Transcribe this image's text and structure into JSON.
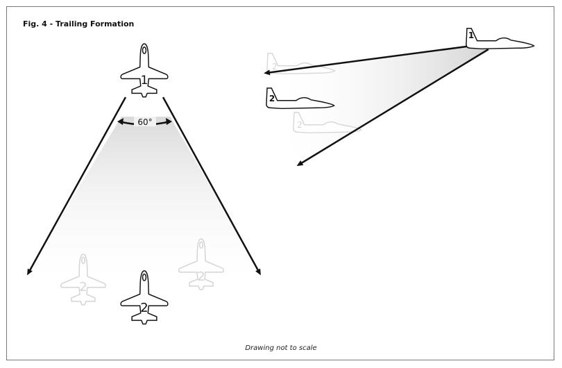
{
  "figure": {
    "title": "Fig. 4 - Trailing Formation",
    "footnote": "Drawing not to scale"
  },
  "top_view": {
    "angle_label": "60°",
    "lead_label": "1",
    "wing_label": "2",
    "ghost_left_label": "2",
    "ghost_right_label": "2"
  },
  "side_view": {
    "lead_label": "1",
    "wing_label": "2",
    "ghost_upper_label": "2",
    "ghost_lower_label": "2"
  },
  "colors": {
    "ink": "#111111",
    "ghost": "#d4d4d4",
    "cone": "#e6e6e6"
  }
}
